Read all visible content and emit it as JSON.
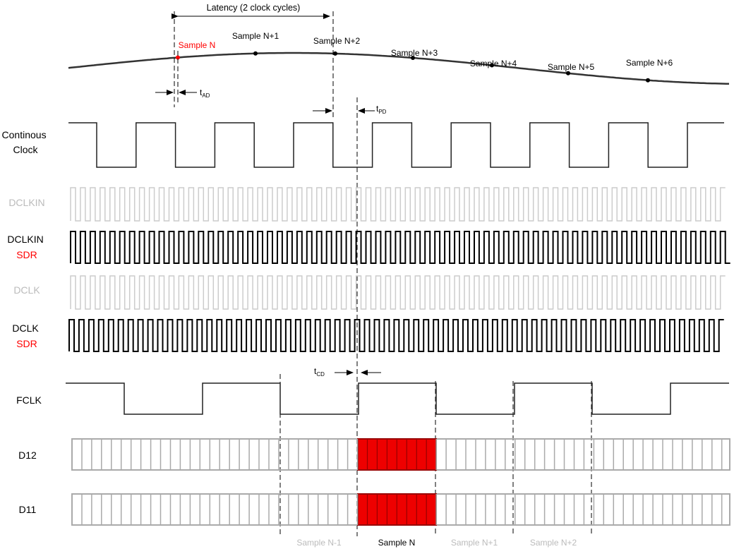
{
  "colors": {
    "black": "#000000",
    "dark": "#333333",
    "gray": "#aaaaaa",
    "light_gray": "#cccccc",
    "label_gray": "#bbbbbb",
    "red": "#ff0000",
    "highlight_fill": "#ee0000",
    "highlight_stroke": "#990000"
  },
  "latency": {
    "label": "Latency (2 clock cycles)"
  },
  "samples": [
    {
      "label": "Sample N",
      "highlight": true
    },
    {
      "label": "Sample N+1",
      "highlight": false
    },
    {
      "label": "Sample N+2",
      "highlight": false
    },
    {
      "label": "Sample N+3",
      "highlight": false
    },
    {
      "label": "Sample N+4",
      "highlight": false
    },
    {
      "label": "Sample N+5",
      "highlight": false
    },
    {
      "label": "Sample N+6",
      "highlight": false
    }
  ],
  "timing": {
    "t_ad": {
      "main": "t",
      "sub": "AD"
    },
    "t_pd": {
      "main": "t",
      "sub": "PD"
    },
    "t_cd": {
      "main": "t",
      "sub": "CD"
    }
  },
  "signals": {
    "continuous_clock": {
      "line1": "Continous",
      "line2": "Clock"
    },
    "dclkin": {
      "label": "DCLKIN"
    },
    "dclkin_sdr": {
      "line1": "DCLKIN",
      "line2": "SDR"
    },
    "dclk": {
      "label": "DCLK"
    },
    "dclk_sdr": {
      "line1": "DCLK",
      "line2": "SDR"
    },
    "fclk": {
      "label": "FCLK"
    },
    "d12": {
      "label": "D12"
    },
    "d11": {
      "label": "D11"
    }
  },
  "bottom_labels": [
    {
      "label": "Sample N-1",
      "emphasis": false
    },
    {
      "label": "Sample N",
      "emphasis": true
    },
    {
      "label": "Sample N+1",
      "emphasis": false
    },
    {
      "label": "Sample N+2",
      "emphasis": false
    }
  ]
}
